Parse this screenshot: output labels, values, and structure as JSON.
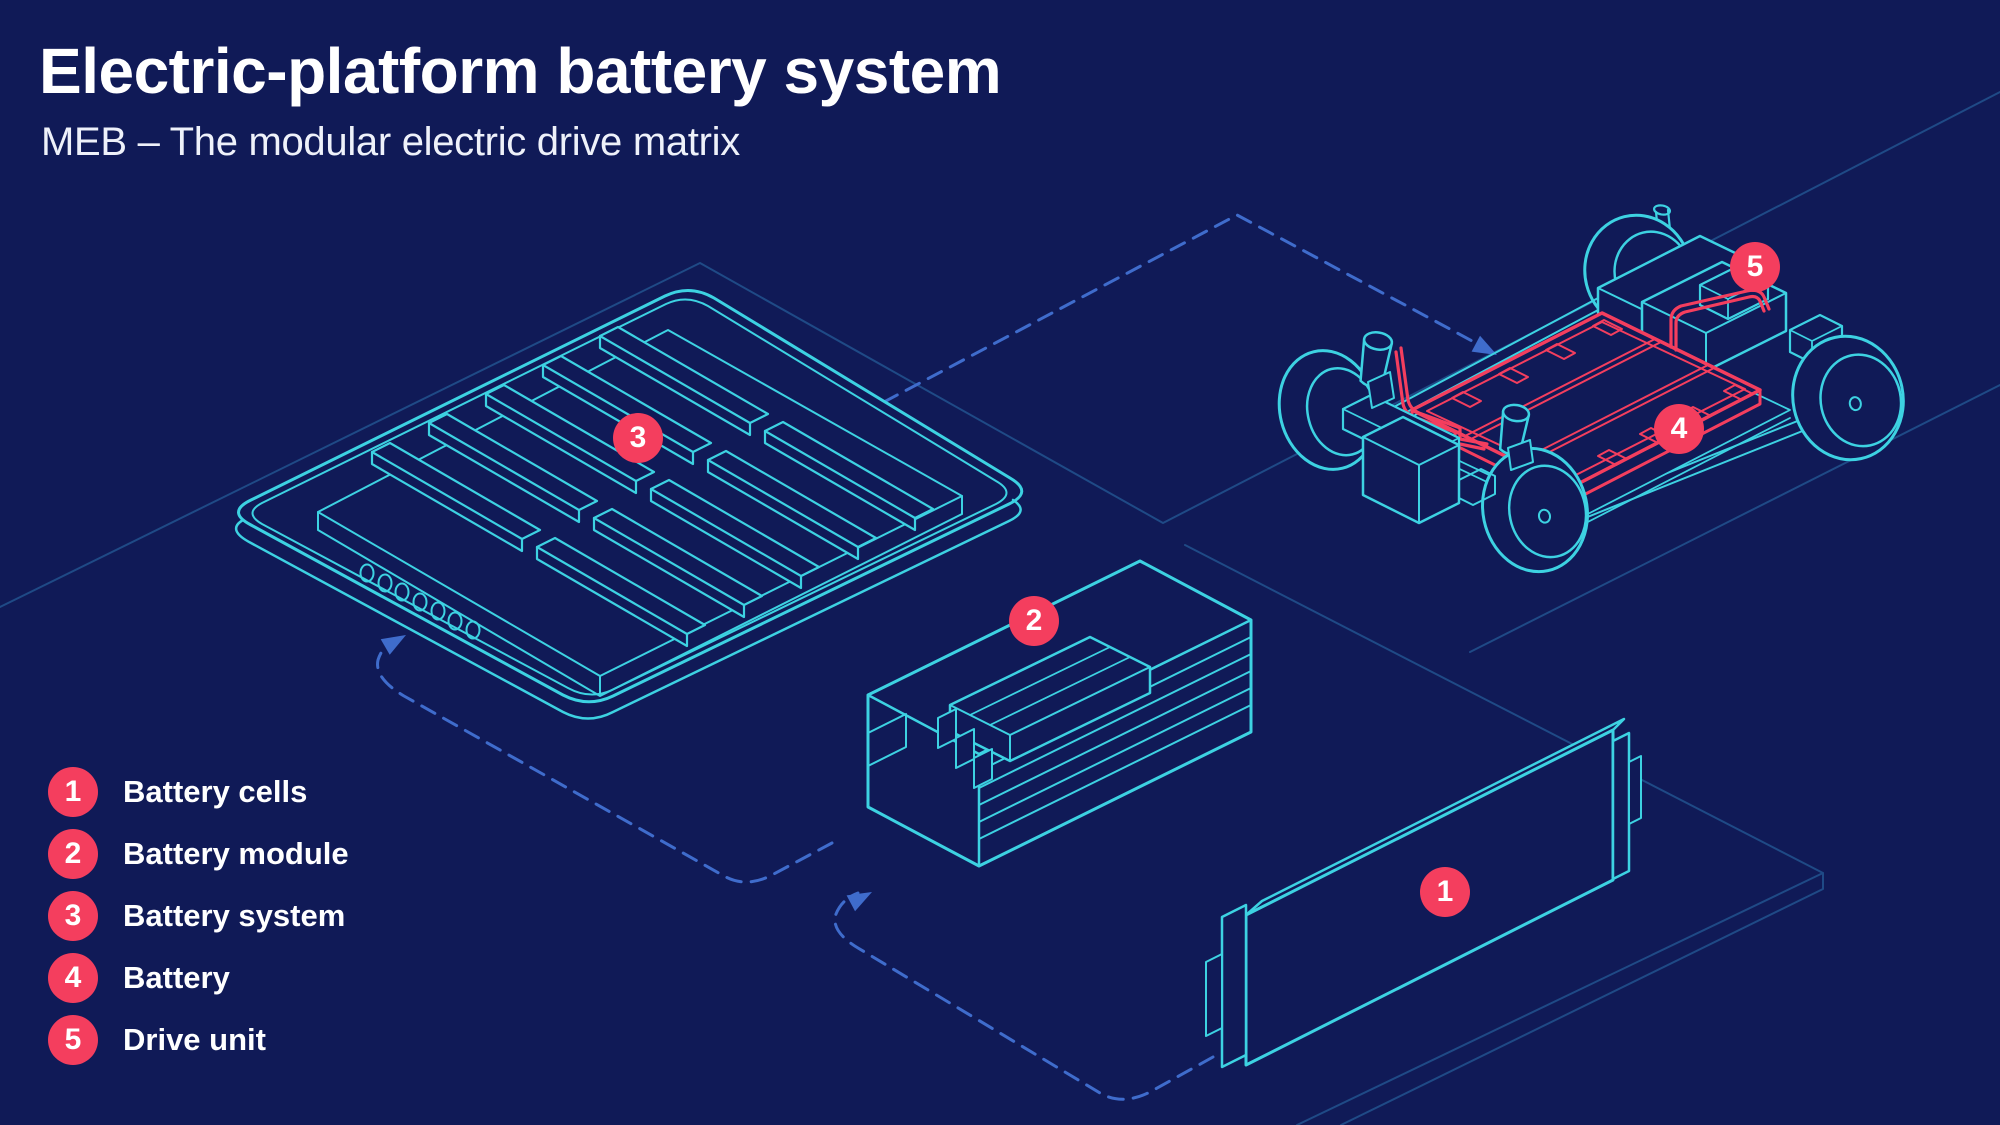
{
  "header": {
    "title": "Electric-platform battery system",
    "subtitle": "MEB – The modular electric drive matrix"
  },
  "legend": {
    "items": [
      {
        "number": "1",
        "label": "Battery cells"
      },
      {
        "number": "2",
        "label": "Battery module"
      },
      {
        "number": "3",
        "label": "Battery system"
      },
      {
        "number": "4",
        "label": "Battery"
      },
      {
        "number": "5",
        "label": "Drive unit"
      }
    ]
  },
  "diagram": {
    "markers": [
      {
        "number": "1"
      },
      {
        "number": "2"
      },
      {
        "number": "3"
      },
      {
        "number": "4"
      },
      {
        "number": "5"
      }
    ]
  },
  "colors": {
    "background": "#101a57",
    "line_cyan": "#3dd2e2",
    "accent_pink": "#f43e5e",
    "arrow_blue": "#3f6ccc",
    "floor_line": "#1f4a86",
    "text": "#ffffff"
  }
}
